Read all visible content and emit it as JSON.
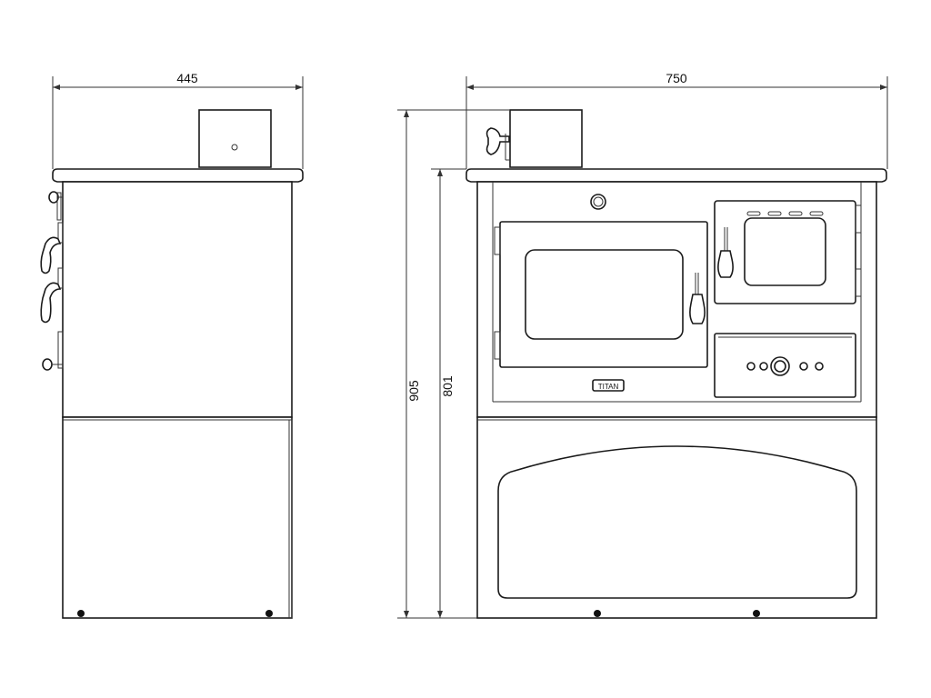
{
  "dimensions": {
    "side_width": "445",
    "front_width": "750",
    "total_height": "905",
    "body_height": "801"
  },
  "front": {
    "badge_text": "TITAN"
  },
  "colors": {
    "line": "#1a1a1a",
    "background": "#ffffff"
  }
}
